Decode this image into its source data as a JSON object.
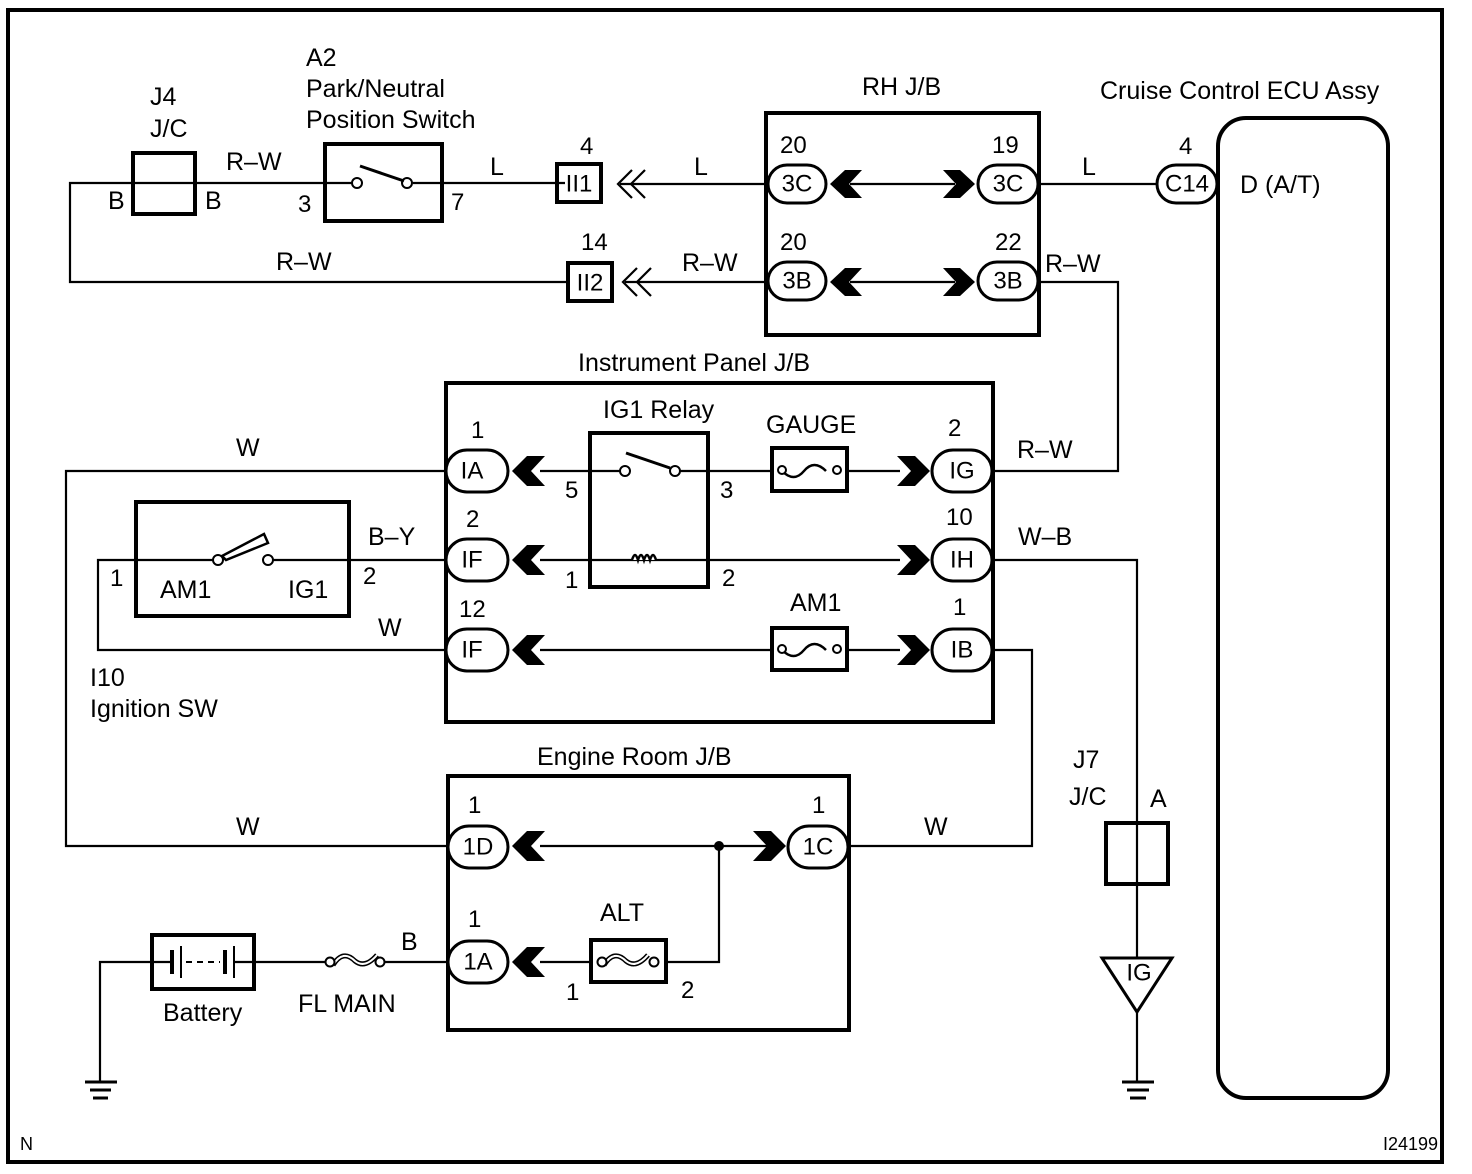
{
  "diagram": {
    "ref_id": "I24199",
    "corner_mark": "N",
    "components": {
      "j4": {
        "id": "J4",
        "type": "J/C",
        "pin_left": "B",
        "pin_right": "B"
      },
      "a2": {
        "id": "A2",
        "name_line1": "Park/Neutral",
        "name_line2": "Position Switch",
        "pin_in": "3",
        "pin_out": "7"
      },
      "ii1": {
        "label": "II1",
        "pin": "4"
      },
      "ii2": {
        "label": "II2",
        "pin": "14"
      },
      "rh_jb": {
        "title": "RH J/B",
        "connectors": [
          {
            "label": "3C",
            "pin": "20"
          },
          {
            "label": "3C",
            "pin": "19"
          },
          {
            "label": "3B",
            "pin": "20"
          },
          {
            "label": "3B",
            "pin": "22"
          }
        ]
      },
      "ecu": {
        "title": "Cruise Control ECU Assy",
        "connector": "C14",
        "pin": "4",
        "terminal": "D (A/T)"
      },
      "ip_jb": {
        "title": "Instrument Panel J/B",
        "relay": {
          "title": "IG1 Relay",
          "pin_5": "5",
          "pin_3": "3",
          "pin_1": "1",
          "pin_2": "2"
        },
        "fuses": [
          {
            "label": "GAUGE"
          },
          {
            "label": "AM1"
          }
        ],
        "connectors": [
          {
            "label": "IA",
            "pin": "1"
          },
          {
            "label": "IF",
            "pin": "2"
          },
          {
            "label": "IF",
            "pin": "12"
          },
          {
            "label": "IG",
            "pin": "2"
          },
          {
            "label": "IH",
            "pin": "10"
          },
          {
            "label": "IB",
            "pin": "1"
          }
        ]
      },
      "ign_sw": {
        "id": "I10",
        "name": "Ignition SW",
        "term_left": "AM1",
        "term_right": "IG1",
        "pin_left": "1",
        "pin_right": "2"
      },
      "er_jb": {
        "title": "Engine Room J/B",
        "fuse": {
          "label": "ALT",
          "pin_1": "1",
          "pin_2": "2"
        },
        "connectors": [
          {
            "label": "1D",
            "pin": "1"
          },
          {
            "label": "1C",
            "pin": "1"
          },
          {
            "label": "1A",
            "pin": "1"
          }
        ]
      },
      "battery": {
        "label": "Battery"
      },
      "fl_main": {
        "label": "FL MAIN"
      },
      "j7": {
        "id": "J7",
        "type": "J/C",
        "pin": "A"
      },
      "ground_point": {
        "label": "IG"
      }
    },
    "wire_colors": {
      "j4_to_a2": "R–W",
      "a2_to_ii1": "L",
      "ii1_to_rh": "L",
      "loop_bottom": "R–W",
      "ii2_to_rh": "R–W",
      "rh_to_ecu": "L",
      "rh_3b_out": "R–W",
      "ia_left": "W",
      "ig_out": "R–W",
      "ign_to_if": "B–Y",
      "if12_left": "W",
      "ih_out": "W–B",
      "1d_left": "W",
      "1c_out": "W",
      "fl_to_1a": "B"
    }
  }
}
